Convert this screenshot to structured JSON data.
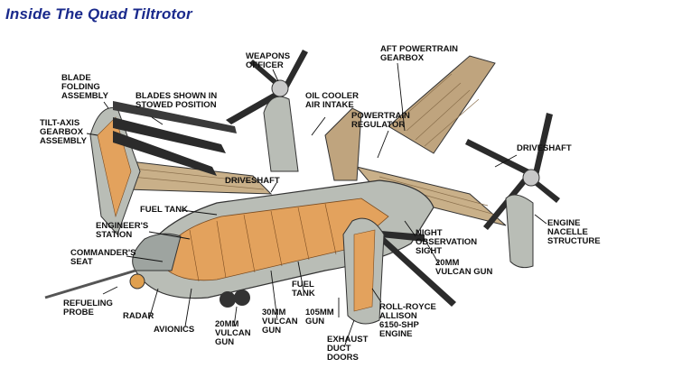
{
  "title": "Inside The Quad Tiltrotor",
  "labels": {
    "blade_folding": [
      "BLADE",
      "FOLDING",
      "ASSEMBLY"
    ],
    "tilt_axis": [
      "TILT-AXIS",
      "GEARBOX",
      "ASSEMBLY"
    ],
    "blades_stowed": [
      "BLADES SHOWN IN",
      "STOWED POSITION"
    ],
    "weapons_officer": [
      "WEAPONS",
      "OFFICER"
    ],
    "oil_cooler": [
      "OIL COOLER",
      "AIR INTAKE"
    ],
    "aft_powertrain": [
      "AFT POWERTRAIN",
      "GEARBOX"
    ],
    "powertrain_regulator": [
      "POWERTRAIN",
      "REGULATOR"
    ],
    "driveshaft_right": [
      "DRIVESHAFT"
    ],
    "driveshaft_center": [
      "DRIVESHAFT"
    ],
    "fuel_tank_upper": [
      "FUEL TANK"
    ],
    "engineers_station": [
      "ENGINEER'S",
      "STATION"
    ],
    "commanders_seat": [
      "COMMANDER'S",
      "SEAT"
    ],
    "refueling_probe": [
      "REFUELING",
      "PROBE"
    ],
    "radar": [
      "RADAR"
    ],
    "avionics": [
      "AVIONICS"
    ],
    "gun_20mm_left": [
      "20MM",
      "VULCAN",
      "GUN"
    ],
    "gun_30mm": [
      "30MM",
      "VULCAN",
      "GUN"
    ],
    "fuel_tank_lower": [
      "FUEL",
      "TANK"
    ],
    "gun_105mm": [
      "105MM",
      "GUN"
    ],
    "exhaust_duct": [
      "EXHAUST",
      "DUCT",
      "DOORS"
    ],
    "rolls_royce": [
      "ROLL-ROYCE",
      "ALLISON",
      "6150-SHP",
      "ENGINE"
    ],
    "night_sight": [
      "NIGHT",
      "OBSERVATION",
      "SIGHT"
    ],
    "gun_20mm_right": [
      "20MM",
      "VULCAN GUN"
    ],
    "engine_nacelle": [
      "ENGINE",
      "NACELLE",
      "STRUCTURE"
    ]
  },
  "colors": {
    "title": "#1a2a8c",
    "wing": "#c9b089",
    "hull": "#b9bdb6",
    "frame": "#e3a25d",
    "dark": "#2b2b2b"
  }
}
